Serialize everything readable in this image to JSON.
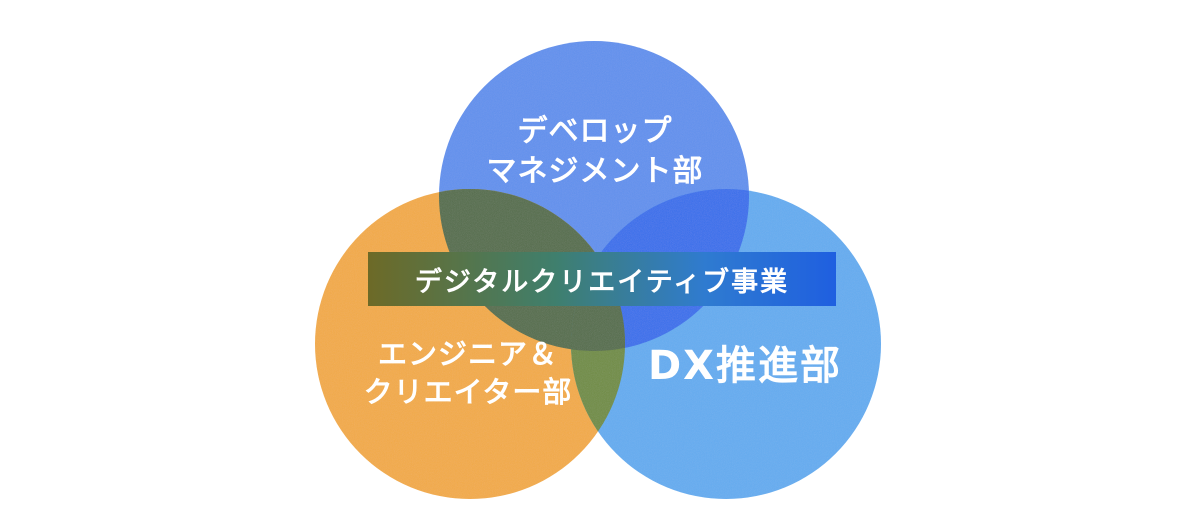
{
  "diagram": {
    "circles": [
      {
        "id": "top",
        "lines": [
          "デベロップ",
          "マネジメント部"
        ],
        "color": "#5B8FF0"
      },
      {
        "id": "left",
        "lines": [
          "エンジニア＆",
          "クリエイター部"
        ],
        "color": "#F5AA3C"
      },
      {
        "id": "right",
        "lines": [
          "DX推進部"
        ],
        "color": "#5EACF3"
      }
    ],
    "overlap_colors": {
      "top_left": "#4F6A45",
      "top_right": "#2C6CEE",
      "left_right": "#6D8B3A",
      "center": "#4F6A45"
    },
    "banner": {
      "label": "デジタルクリエイティブ事業",
      "gradient": [
        "#6d6a27",
        "#3f7f6d",
        "#2f7bd0",
        "#1f5fe0"
      ]
    }
  }
}
